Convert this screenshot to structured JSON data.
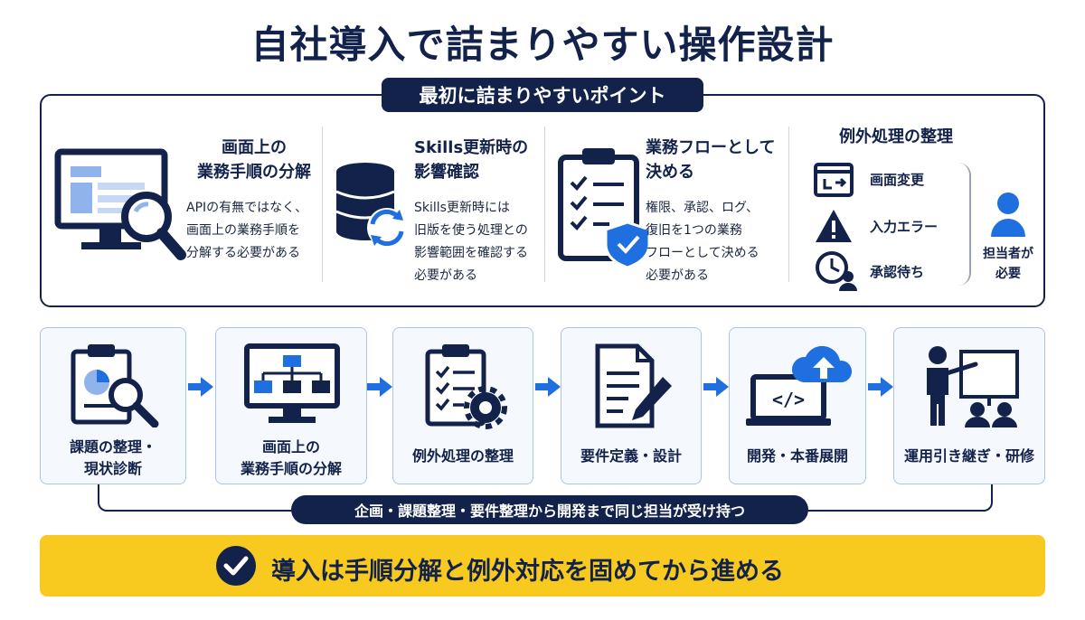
{
  "title": "自社導入で詰まりやすい操作設計",
  "top_section": {
    "tag": "最初に詰まりやすいポイント",
    "columns": [
      {
        "title_lines": [
          "画面上の",
          "業務手順の分解"
        ],
        "icon": "monitor-magnifier-icon",
        "text_lines": [
          "APIの有無ではなく、",
          "画面上の業務手順を",
          "分解する必要がある"
        ]
      },
      {
        "title_lines": [
          "Skills更新時の",
          "影響確認"
        ],
        "icon": "database-sync-icon",
        "text_lines": [
          "Skills更新時には",
          "旧版を使う処理との",
          "影響範囲を確認する",
          "必要がある"
        ]
      },
      {
        "title_lines": [
          "業務フローとして",
          "決める"
        ],
        "icon": "clipboard-shield-icon",
        "text_lines": [
          "権限、承認、ログ、",
          "復旧を1つの業務",
          "フローとして決める",
          "必要がある"
        ]
      }
    ],
    "exceptions": {
      "title": "例外処理の整理",
      "items": [
        {
          "label": "画面変更",
          "icon": "screen-change-icon"
        },
        {
          "label": "入力エラー",
          "icon": "warning-icon"
        },
        {
          "label": "承認待ち",
          "icon": "clock-user-icon"
        }
      ],
      "person_lines": [
        "担当者が",
        "必要"
      ],
      "person_icon": "person-icon"
    }
  },
  "steps": [
    {
      "label_lines": [
        "課題の整理・",
        "現状診断"
      ],
      "icon": "clipboard-chart-icon"
    },
    {
      "label_lines": [
        "画面上の",
        "業務手順の分解"
      ],
      "icon": "monitor-flowchart-icon"
    },
    {
      "label_lines": [
        "例外処理の整理"
      ],
      "icon": "checklist-gear-icon"
    },
    {
      "label_lines": [
        "要件定義・設計"
      ],
      "icon": "document-pen-icon"
    },
    {
      "label_lines": [
        "開発・本番展開"
      ],
      "icon": "laptop-cloud-icon"
    },
    {
      "label_lines": [
        "運用引き継ぎ・研修"
      ],
      "icon": "presentation-icon"
    }
  ],
  "bracket_label": "企画・課題整理・要件整理から開発まで同じ担当が受け持つ",
  "banner": "導入は手順分解と例外対応を固めてから進める",
  "colors": {
    "navy": "#12224a",
    "accent_blue": "#1f6fe0",
    "light_blue": "#aec4e6",
    "yellow": "#f8c91e"
  }
}
